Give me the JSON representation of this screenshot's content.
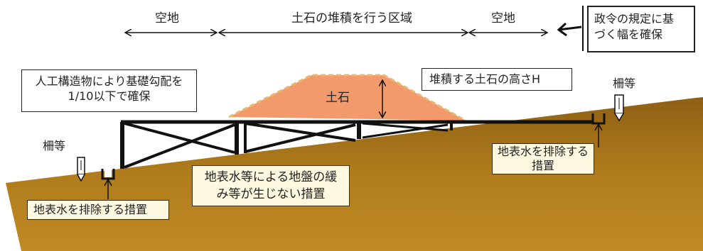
{
  "labels": {
    "open_land_left": "空地",
    "deposit_zone": "土石の堆積を行う区域",
    "open_land_right": "空地",
    "ordinance_box": [
      "政令の規定に基",
      "づく幅を確保"
    ],
    "foundation_box": [
      "人工構造物により基礎勾配を",
      "1/10以下で確保"
    ],
    "soil": "土石",
    "height_box": "堆積する土石の高さH",
    "fence_left": "柵等",
    "fence_right": "柵等",
    "drain_right_box": [
      "地表水を排除する",
      "措置"
    ],
    "ground_box": [
      "地表水等による地盤の緩",
      "み等が生じない措置"
    ],
    "drain_left_box": "地表水を排除する措置"
  },
  "colors": {
    "ground_top": "#9a6a18",
    "ground_bottom": "#b8841c",
    "soil_fill": "#f29a6c",
    "soil_dash": "#e8b870",
    "structure": "#111111"
  }
}
